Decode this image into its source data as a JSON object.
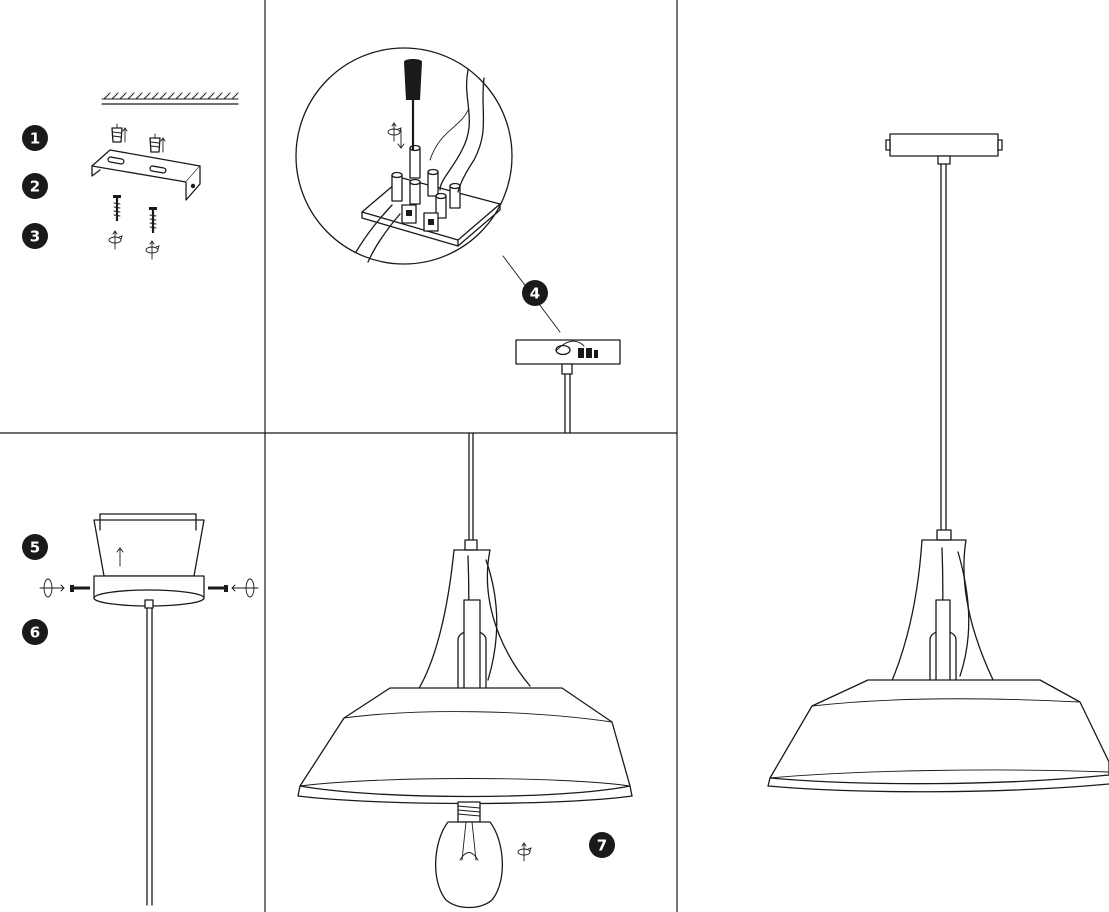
{
  "steps": [
    {
      "number": "1"
    },
    {
      "number": "2"
    },
    {
      "number": "3"
    },
    {
      "number": "4"
    },
    {
      "number": "5"
    },
    {
      "number": "6"
    },
    {
      "number": "7"
    }
  ],
  "colors": {
    "ink": "#1a1a1a",
    "badge_fill": "#1a1a1a",
    "badge_text": "#ffffff",
    "background": "#ffffff"
  },
  "icons": [
    "ceiling-hatch-icon",
    "wall-plug-icon",
    "mounting-bracket-icon",
    "screw-icon",
    "rotate-arrow-icon",
    "screwdriver-icon",
    "terminal-block-icon",
    "light-bulb-icon",
    "pendant-lamp-icon"
  ]
}
